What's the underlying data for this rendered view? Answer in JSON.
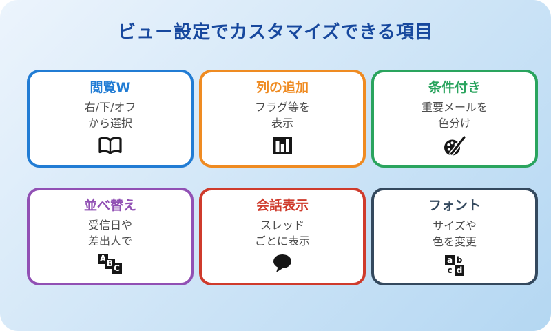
{
  "title": "ビュー設定でカスタマイズできる項目",
  "colors": {
    "title": "#17489e",
    "body_text": "#4d4d4d",
    "card_bg": "#ffffff",
    "background_top": "#ecf4fc",
    "background_bottom": "#b4d7f2",
    "icon": "#161616"
  },
  "cards": [
    {
      "title": "閲覧W",
      "lines": [
        "右/下/オフ",
        "から選択"
      ],
      "accent": "#217cd4",
      "icon": "open-book-icon"
    },
    {
      "title": "列の追加",
      "lines": [
        "フラグ等を",
        "表示"
      ],
      "accent": "#ef8b22",
      "icon": "column-chart-icon"
    },
    {
      "title": "条件付き",
      "lines": [
        "重要メールを",
        "色分け"
      ],
      "accent": "#2aa45e",
      "icon": "paint-palette-icon"
    },
    {
      "title": "並べ替え",
      "lines": [
        "受信日や",
        "差出人で"
      ],
      "accent": "#9150b4",
      "icon": "abc-blocks-icon"
    },
    {
      "title": "会話表示",
      "lines": [
        "スレッド",
        "ごとに表示"
      ],
      "accent": "#cf3b2c",
      "icon": "speech-bubble-icon"
    },
    {
      "title": "フォント",
      "lines": [
        "サイズや",
        "色を変更"
      ],
      "accent": "#34495e",
      "icon": "font-letters-icon"
    }
  ]
}
